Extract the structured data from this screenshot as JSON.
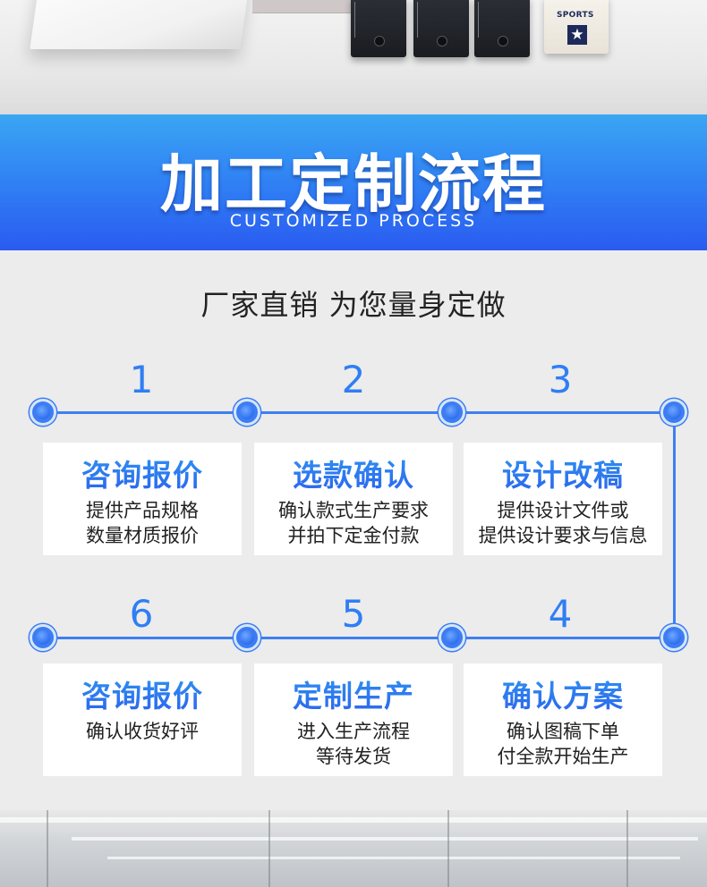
{
  "banner": {
    "title": "加工定制流程",
    "subtitle": "CUSTOMIZED PROCESS"
  },
  "tagline": "厂家直销 为您量身定做",
  "tag_brand": "SPORTS",
  "steps": [
    {
      "number": "1",
      "title": "咨询报价",
      "line1": "提供产品规格",
      "line2": "数量材质报价"
    },
    {
      "number": "2",
      "title": "选款确认",
      "line1": "确认款式生产要求",
      "line2": "并拍下定金付款"
    },
    {
      "number": "3",
      "title": "设计改稿",
      "line1": "提供设计文件或",
      "line2": "提供设计要求与信息"
    },
    {
      "number": "4",
      "title": "确认方案",
      "line1": "确认图稿下单",
      "line2": "付全款开始生产"
    },
    {
      "number": "5",
      "title": "定制生产",
      "line1": "进入生产流程",
      "line2": "等待发货"
    },
    {
      "number": "6",
      "title": "咨询报价",
      "line1": "确认收货好评",
      "line2": ""
    }
  ],
  "colors": {
    "accent_blue": "#2f7ef4",
    "banner_top": "#3aa6f3",
    "banner_bottom": "#2a5bf0",
    "background": "#ececec"
  },
  "icons": {
    "timeline_node": "blue-dot-icon",
    "tag_emblem": "star-icon"
  }
}
